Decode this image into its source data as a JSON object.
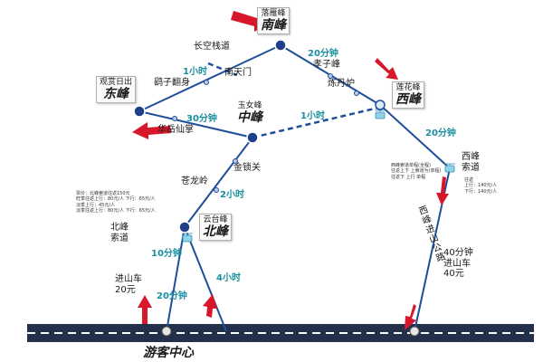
{
  "peaks": {
    "east": {
      "sub": "观赏日出",
      "name": "东峰"
    },
    "south": {
      "sub": "落雁峰",
      "name": "南峰"
    },
    "west": {
      "sub": "莲花峰",
      "name": "西峰"
    },
    "middle": {
      "sub": "玉女峰",
      "name": "中峰"
    },
    "north": {
      "sub": "云台峰",
      "name": "北峰"
    }
  },
  "places": {
    "changkong": "长空栈道",
    "nantianmen": "南天门",
    "yaozi": "鹞子翻身",
    "xiaozi": "孝子峰",
    "liandanlu": "炼丹炉",
    "huayue": "华岳仙掌",
    "jinsuoguan": "金锁关",
    "canglong": "苍龙岭",
    "beifeng_cableway": "北峰\n索道",
    "xifeng_cableway": "西峰\n索道",
    "north_bus": "进山车\n20元",
    "west_bus": "40分钟\n进山车\n40元",
    "visitor_center": "游客中心",
    "road_name": "西峰进山公路"
  },
  "durations": {
    "east_south": "1小时",
    "south_west": "20分钟",
    "east_middle": "30分钟",
    "middle_west": "1小时",
    "west_cable": "20分钟",
    "middle_north": "2小时",
    "north_cable": "10分钟",
    "bus_north": "20分钟",
    "center_north": "4小时"
  },
  "notes": {
    "north_fares": "票价：北峰索道往返150元\n旺季往返上行：80元/人 下行：65元/人\n淡季上行：45元/人\n淡季往返上行：80元/人 下行：65元/人",
    "west_note": "西峰索道单程(全程)\n往返上下 上索道为(单程)\n往返下 上行 单程",
    "west_fares": "往返\n上行：140元/人\n下行：140元/人"
  },
  "colors": {
    "route": "#1f4e9a",
    "node": "#1f3f8a",
    "arrow": "#d8182a",
    "duration_text": "#1b8fa0",
    "road": "#22304a"
  }
}
